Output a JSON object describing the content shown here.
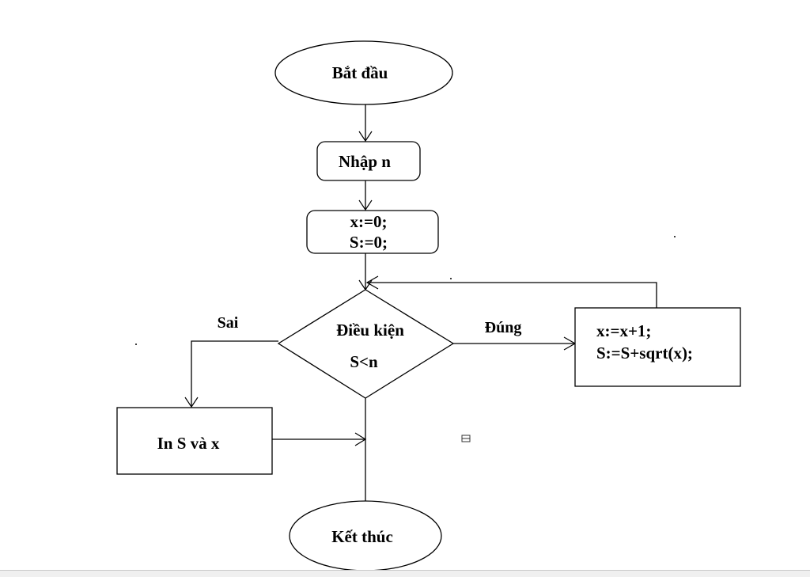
{
  "flowchart": {
    "start": "Bắt đầu",
    "input": "Nhập n",
    "init": [
      "x:=0;",
      "S:=0;"
    ],
    "condition": [
      "Điều kiện",
      "S<n"
    ],
    "branch_true": "Đúng",
    "branch_false": "Sai",
    "loop_body": [
      "x:=x+1;",
      "S:=S+sqrt(x);"
    ],
    "output": "In S và x",
    "end": "Kết thúc"
  }
}
